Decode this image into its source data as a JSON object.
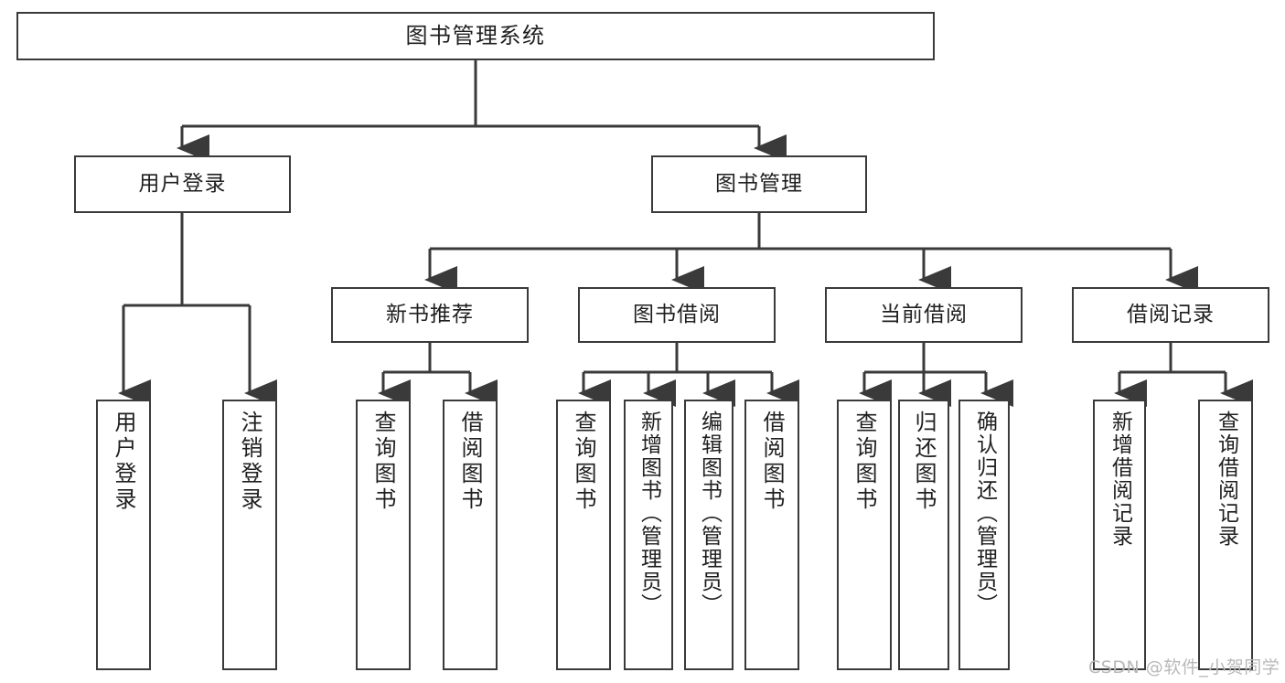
{
  "diagram": {
    "type": "tree",
    "title": "图书管理系统",
    "orientation": "top-down",
    "line_color": "#3a3a3a",
    "box_fill": "#ffffff",
    "text_color": "#1f1f1f"
  },
  "root": {
    "label": "图书管理系统"
  },
  "level2": [
    {
      "label": "用户登录"
    },
    {
      "label": "图书管理"
    }
  ],
  "level3": [
    {
      "label": "新书推荐"
    },
    {
      "label": "图书借阅"
    },
    {
      "label": "当前借阅"
    },
    {
      "label": "借阅记录"
    }
  ],
  "leaves": {
    "user_login": [
      {
        "label": "用户登录"
      },
      {
        "label": "注销登录"
      }
    ],
    "new_book": [
      {
        "label": "查询图书"
      },
      {
        "label": "借阅图书"
      }
    ],
    "book_borrow": [
      {
        "label": "查询图书"
      },
      {
        "label": "新增图书（管理员）"
      },
      {
        "label": "编辑图书（管理员）"
      },
      {
        "label": "借阅图书"
      }
    ],
    "current_borrow": [
      {
        "label": "查询图书"
      },
      {
        "label": "归还图书"
      },
      {
        "label": "确认归还（管理员）"
      }
    ],
    "borrow_record": [
      {
        "label": "新增借阅记录"
      },
      {
        "label": "查询借阅记录"
      }
    ]
  },
  "watermark": {
    "text": "CSDN @软件_小贺同学",
    "color": "#b9b9b9"
  }
}
